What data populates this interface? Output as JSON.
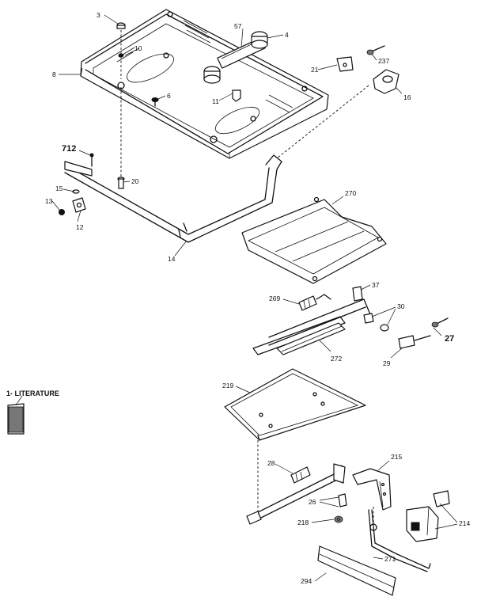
{
  "labels": {
    "p3": "3",
    "p57": "57",
    "p4": "4",
    "p10": "10",
    "p8": "8",
    "p6": "6",
    "p11": "11",
    "p21": "21",
    "p237": "237",
    "p16": "16",
    "p712": "712",
    "p20": "20",
    "p15": "15",
    "p13": "13",
    "p12": "12",
    "p14": "14",
    "p270": "270",
    "p37": "37",
    "p269": "269",
    "p30": "30",
    "p27": "27",
    "p272": "272",
    "p29": "29",
    "p219": "219",
    "p28": "28",
    "p215": "215",
    "p26": "26",
    "p218": "218",
    "p214": "214",
    "p271": "271",
    "p294": "294"
  },
  "literature": "1- LITERATURE"
}
